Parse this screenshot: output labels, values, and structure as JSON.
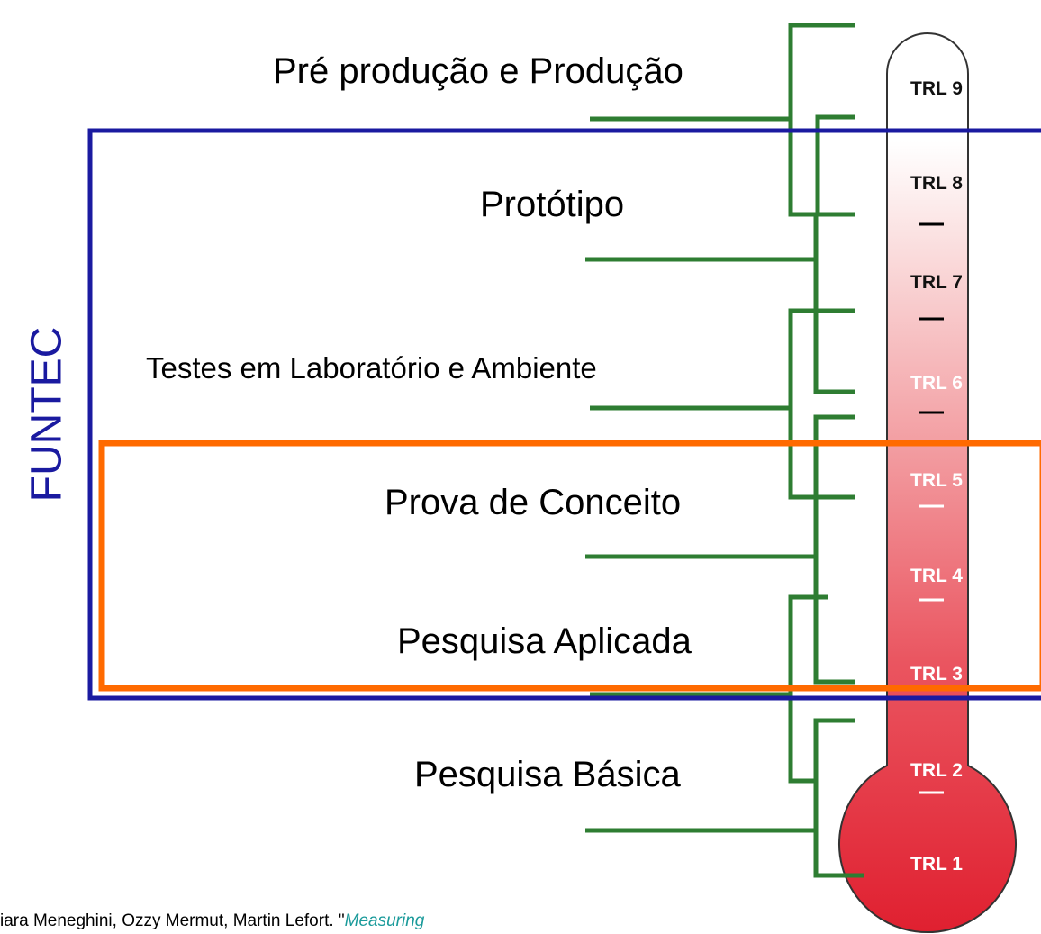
{
  "stages": {
    "pre_producao": "Pré produção e Produção",
    "prototipo": "Protótipo",
    "testes": "Testes em Laboratório e Ambiente",
    "prova_conceito": "Prova de Conceito",
    "pesquisa_aplicada": "Pesquisa Aplicada",
    "pesquisa_basica": "Pesquisa Básica"
  },
  "side_label": "FUNTEC",
  "trl_levels": [
    "TRL 9",
    "TRL 8",
    "TRL 7",
    "TRL 6",
    "TRL 5",
    "TRL 4",
    "TRL 3",
    "TRL 2",
    "TRL 1"
  ],
  "citation": {
    "authors": "iara Meneghini, Ozzy Mermut, Martin Lefort. \"",
    "title_fragment": "Measuring"
  },
  "colors": {
    "funtec_box": "#1a1aa0",
    "focus_box": "#ff6a00",
    "bracket_lines": "#2e7d32",
    "thermometer_top": "#ffffff",
    "thermometer_bottom": "#e02030"
  }
}
